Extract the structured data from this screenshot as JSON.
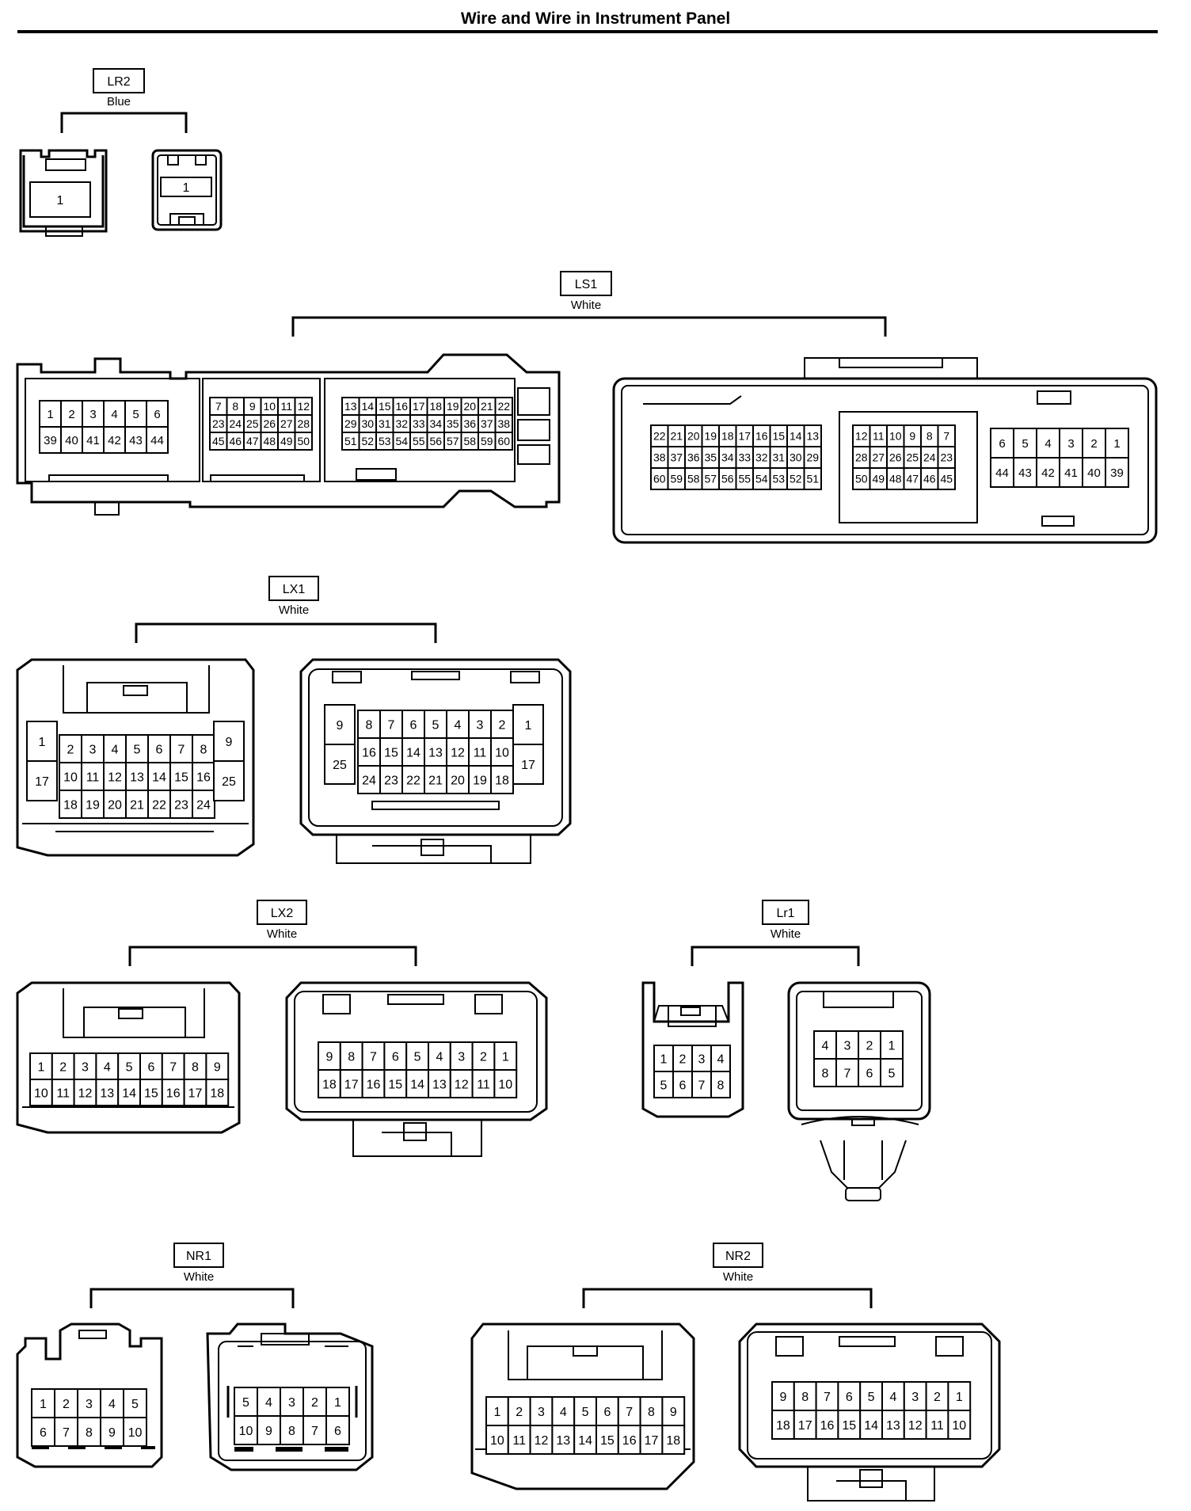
{
  "page": {
    "title": "Wire and Wire in Instrument Panel"
  },
  "connectors": {
    "LR2": {
      "code": "LR2",
      "color": "Blue",
      "a": [
        [
          "1"
        ]
      ],
      "b": [
        [
          "1"
        ]
      ]
    },
    "LS1": {
      "code": "LS1",
      "color": "White",
      "a1": [
        [
          "1",
          "2",
          "3",
          "4",
          "5",
          "6"
        ],
        [
          "39",
          "40",
          "41",
          "42",
          "43",
          "44"
        ]
      ],
      "a2": [
        [
          "7",
          "8",
          "9",
          "10",
          "11",
          "12"
        ],
        [
          "23",
          "24",
          "25",
          "26",
          "27",
          "28"
        ],
        [
          "45",
          "46",
          "47",
          "48",
          "49",
          "50"
        ]
      ],
      "a3": [
        [
          "13",
          "14",
          "15",
          "16",
          "17",
          "18",
          "19",
          "20",
          "21",
          "22"
        ],
        [
          "29",
          "30",
          "31",
          "32",
          "33",
          "34",
          "35",
          "36",
          "37",
          "38"
        ],
        [
          "51",
          "52",
          "53",
          "54",
          "55",
          "56",
          "57",
          "58",
          "59",
          "60"
        ]
      ],
      "b1": [
        [
          "22",
          "21",
          "20",
          "19",
          "18",
          "17",
          "16",
          "15",
          "14",
          "13"
        ],
        [
          "38",
          "37",
          "36",
          "35",
          "34",
          "33",
          "32",
          "31",
          "30",
          "29"
        ],
        [
          "60",
          "59",
          "58",
          "57",
          "56",
          "55",
          "54",
          "53",
          "52",
          "51"
        ]
      ],
      "b2": [
        [
          "12",
          "11",
          "10",
          "9",
          "8",
          "7"
        ],
        [
          "28",
          "27",
          "26",
          "25",
          "24",
          "23"
        ],
        [
          "50",
          "49",
          "48",
          "47",
          "46",
          "45"
        ]
      ],
      "b3": [
        [
          "6",
          "5",
          "4",
          "3",
          "2",
          "1"
        ],
        [
          "44",
          "43",
          "42",
          "41",
          "40",
          "39"
        ]
      ]
    },
    "LX1": {
      "code": "LX1",
      "color": "White",
      "a_left": [
        [
          "1"
        ],
        [
          "17"
        ]
      ],
      "a_mid": [
        [
          "2",
          "3",
          "4",
          "5",
          "6",
          "7",
          "8"
        ],
        [
          "10",
          "11",
          "12",
          "13",
          "14",
          "15",
          "16"
        ],
        [
          "18",
          "19",
          "20",
          "21",
          "22",
          "23",
          "24"
        ]
      ],
      "a_right": [
        [
          "9"
        ],
        [
          "25"
        ]
      ],
      "b_left": [
        [
          "9"
        ],
        [
          "25"
        ]
      ],
      "b_mid": [
        [
          "8",
          "7",
          "6",
          "5",
          "4",
          "3",
          "2"
        ],
        [
          "16",
          "15",
          "14",
          "13",
          "12",
          "11",
          "10"
        ],
        [
          "24",
          "23",
          "22",
          "21",
          "20",
          "19",
          "18"
        ]
      ],
      "b_right": [
        [
          "1"
        ],
        [
          "17"
        ]
      ]
    },
    "LX2": {
      "code": "LX2",
      "color": "White",
      "a": [
        [
          "1",
          "2",
          "3",
          "4",
          "5",
          "6",
          "7",
          "8",
          "9"
        ],
        [
          "10",
          "11",
          "12",
          "13",
          "14",
          "15",
          "16",
          "17",
          "18"
        ]
      ],
      "b": [
        [
          "9",
          "8",
          "7",
          "6",
          "5",
          "4",
          "3",
          "2",
          "1"
        ],
        [
          "18",
          "17",
          "16",
          "15",
          "14",
          "13",
          "12",
          "11",
          "10"
        ]
      ]
    },
    "Lr1": {
      "code": "Lr1",
      "color": "White",
      "a": [
        [
          "1",
          "2",
          "3",
          "4"
        ],
        [
          "5",
          "6",
          "7",
          "8"
        ]
      ],
      "b": [
        [
          "4",
          "3",
          "2",
          "1"
        ],
        [
          "8",
          "7",
          "6",
          "5"
        ]
      ]
    },
    "NR1": {
      "code": "NR1",
      "color": "White",
      "a": [
        [
          "1",
          "2",
          "3",
          "4",
          "5"
        ],
        [
          "6",
          "7",
          "8",
          "9",
          "10"
        ]
      ],
      "b": [
        [
          "5",
          "4",
          "3",
          "2",
          "1"
        ],
        [
          "10",
          "9",
          "8",
          "7",
          "6"
        ]
      ]
    },
    "NR2": {
      "code": "NR2",
      "color": "White",
      "a": [
        [
          "1",
          "2",
          "3",
          "4",
          "5",
          "6",
          "7",
          "8",
          "9"
        ],
        [
          "10",
          "11",
          "12",
          "13",
          "14",
          "15",
          "16",
          "17",
          "18"
        ]
      ],
      "b": [
        [
          "9",
          "8",
          "7",
          "6",
          "5",
          "4",
          "3",
          "2",
          "1"
        ],
        [
          "18",
          "17",
          "16",
          "15",
          "14",
          "13",
          "12",
          "11",
          "10"
        ]
      ]
    }
  }
}
